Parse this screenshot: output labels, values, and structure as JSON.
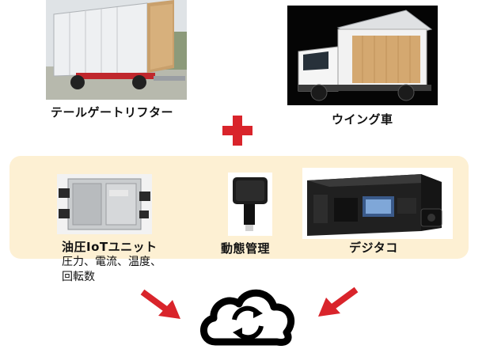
{
  "top": {
    "tail_lifter_label": "テールゲートリフター",
    "wing_truck_label": "ウイング車"
  },
  "devices": {
    "hydraulic_unit_label": "油圧IoTユニット",
    "hydraulic_unit_measures_line1": "圧力、電流、温度、",
    "hydraulic_unit_measures_line2": "回転数",
    "motion_label": "動態管理",
    "digitacho_label": "デジタコ"
  },
  "colors": {
    "accent_red": "#d9242b",
    "panel_bg": "#fdf0d3",
    "cloud_stroke": "#000000"
  },
  "icons": [
    "plus-icon",
    "arrow-down-right-icon",
    "arrow-down-left-icon",
    "cloud-sync-icon"
  ]
}
